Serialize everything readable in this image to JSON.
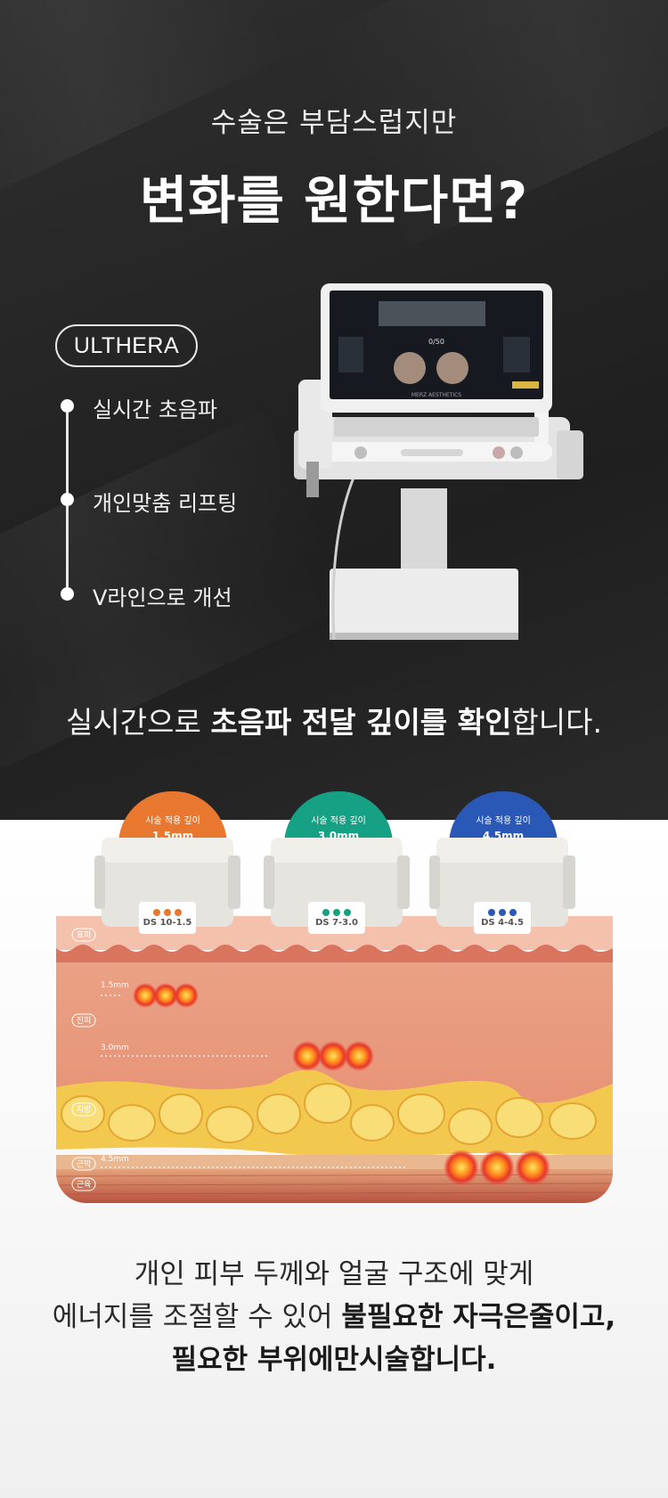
{
  "header": {
    "subtitle": "수술은 부담스럽지만",
    "title": "변화를 원한다면?"
  },
  "brand": {
    "badge": "ULTHERA"
  },
  "features": [
    "실시간 초음파",
    "개인맞춤 리프팅",
    "V라인으로 개선"
  ],
  "caption": {
    "pre": "실시간으로 ",
    "bold": "초음파 전달 깊이를 확인",
    "post": "합니다."
  },
  "transducers": [
    {
      "dome_label": "시술 적용 깊이",
      "depth": "1.5mm",
      "code": "DS 10-1.5",
      "color": "#e8782f"
    },
    {
      "dome_label": "시술 적용 깊이",
      "depth": "3.0mm",
      "code": "DS 7-3.0",
      "color": "#16a184"
    },
    {
      "dome_label": "시술 적용 깊이",
      "depth": "4.5mm",
      "code": "DS 4-4.5",
      "color": "#2a58b6"
    }
  ],
  "skin_layers": {
    "epidermis": "표피",
    "dermis": "진피",
    "fat": "지방",
    "fascia": "근막",
    "muscle": "근육"
  },
  "depth_markers": [
    "1.5mm",
    "3.0mm",
    "4.5mm"
  ],
  "copy": {
    "line1": "개인 피부 두께와 얼굴 구조에 맞게",
    "line2_pre": "에너지를 조절할 수 있어 ",
    "line2_bold": "불필요한 자극은줄이고,",
    "line3_bold": "필요한 부위에만시술합니다."
  },
  "device": {
    "brand_text": "MERZ AESTHETICS",
    "screen_counter": "0/50"
  }
}
